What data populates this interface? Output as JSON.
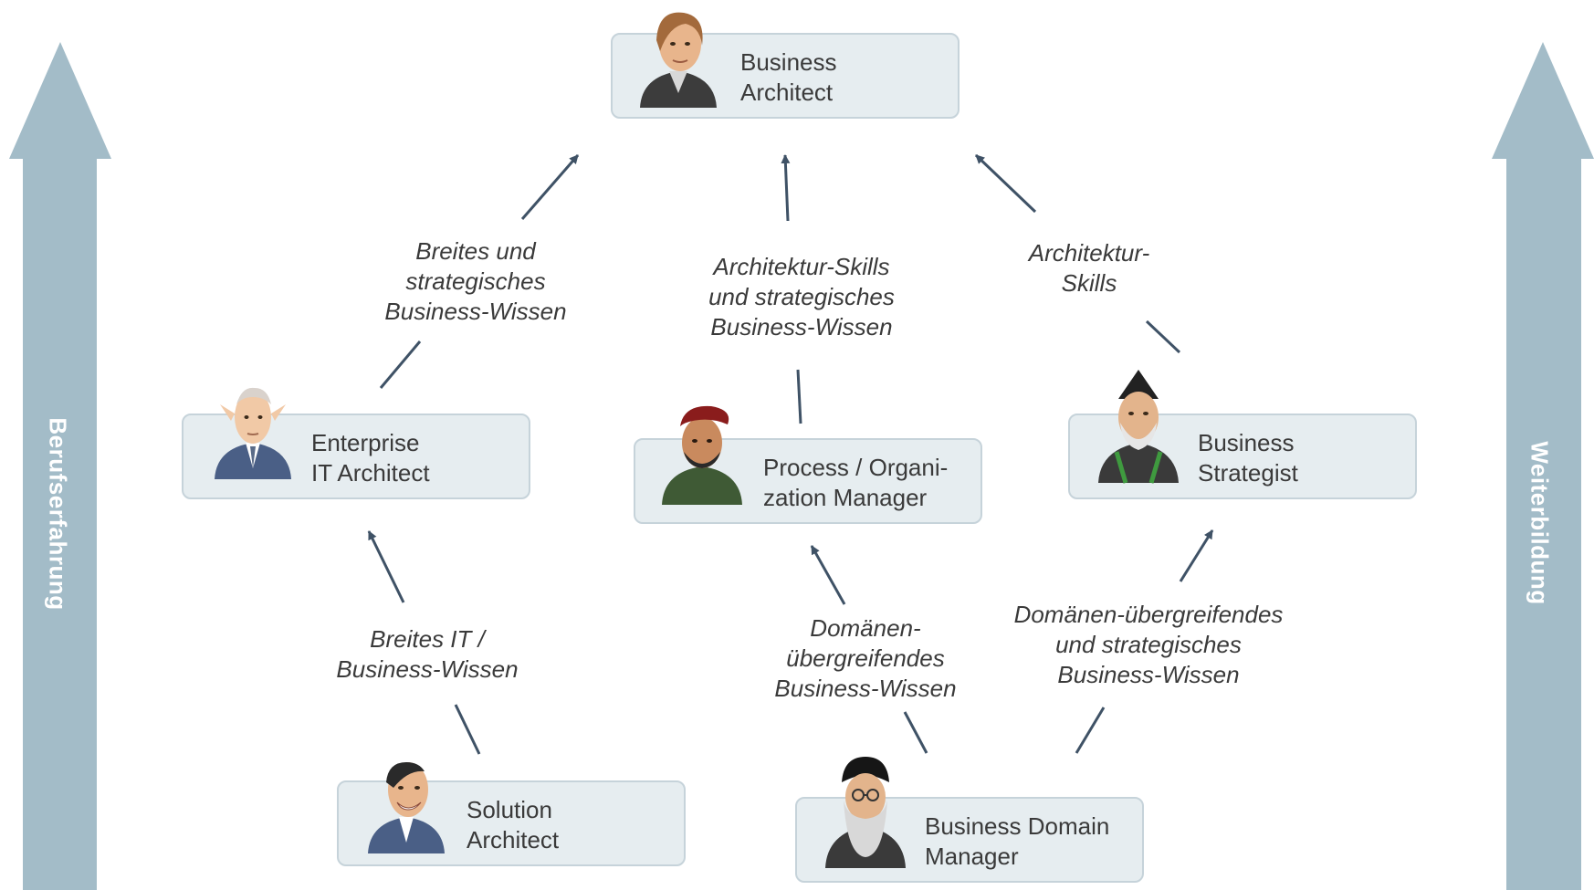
{
  "side_labels": {
    "left": "Berufserfahrung",
    "right": "Weiterbildung"
  },
  "roles": {
    "business_architect": "Business\nArchitect",
    "enterprise_it_architect": "Enterprise\nIT Architect",
    "process_organization_manager": "Process / Organi-\nzation Manager",
    "business_strategist": "Business\nStrategist",
    "solution_architect": "Solution\nArchitect",
    "business_domain_manager": "Business Domain\nManager"
  },
  "edges": {
    "enterprise_to_business_architect": "Breites und\nstrategisches\nBusiness-Wissen",
    "process_to_business_architect": "Architektur-Skills\nund strategisches\nBusiness-Wissen",
    "strategist_to_business_architect": "Architektur-\nSkills",
    "solution_to_enterprise": "Breites IT /\nBusiness-Wissen",
    "domain_to_process": "Domänen-\nübergreifendes\nBusiness-Wissen",
    "domain_to_strategist": "Domänen-übergreifendes\nund strategisches\nBusiness-Wissen"
  },
  "colors": {
    "side_arrow": "#a3bcc8",
    "box_fill": "#e6edf0",
    "box_border": "#c6d3da",
    "connector": "#3f5266",
    "text": "#3a3a3a"
  },
  "icons": {
    "avatar": "person-avatar-icon"
  }
}
